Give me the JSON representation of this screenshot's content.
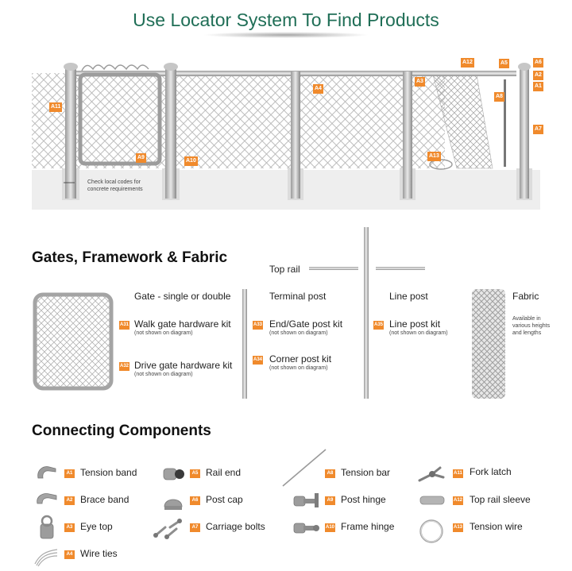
{
  "header": {
    "title": "Use Locator System To Find Products"
  },
  "diagram": {
    "note_line1": "Check local codes for",
    "note_line2": "concrete requirements",
    "labels": [
      "A11",
      "A12",
      "A5",
      "A6",
      "A2",
      "A1",
      "A3",
      "A4",
      "A8",
      "A7",
      "A9",
      "A10",
      "A13"
    ]
  },
  "gates_section": {
    "heading": "Gates, Framework & Fabric",
    "top_rail": "Top rail",
    "gate": "Gate - single or double",
    "terminal_post": "Terminal post",
    "line_post": "Line post",
    "fabric": "Fabric",
    "fabric_note_1": "Available in",
    "fabric_note_2": "various heights",
    "fabric_note_3": "and lengths",
    "kits": [
      {
        "code": "A31",
        "label": "Walk gate hardware kit",
        "note": "(not shown on diagram)"
      },
      {
        "code": "A32",
        "label": "Drive gate hardware kit",
        "note": "(not shown on diagram)"
      },
      {
        "code": "A33",
        "label": "End/Gate post kit",
        "note": "(not shown on diagram)"
      },
      {
        "code": "A34",
        "label": "Corner post kit",
        "note": "(not shown on diagram)"
      },
      {
        "code": "A35",
        "label": "Line post kit",
        "note": "(not shown on diagram)"
      }
    ]
  },
  "connecting_section": {
    "heading": "Connecting Components",
    "items": [
      {
        "code": "A1",
        "label": "Tension band"
      },
      {
        "code": "A2",
        "label": "Brace band"
      },
      {
        "code": "A3",
        "label": "Eye top"
      },
      {
        "code": "A4",
        "label": "Wire ties"
      },
      {
        "code": "A5",
        "label": "Rail end"
      },
      {
        "code": "A6",
        "label": "Post cap"
      },
      {
        "code": "A7",
        "label": "Carriage bolts"
      },
      {
        "code": "A8",
        "label": "Tension bar"
      },
      {
        "code": "A9",
        "label": "Post hinge"
      },
      {
        "code": "A10",
        "label": "Frame hinge"
      },
      {
        "code": "A11",
        "label": "Fork latch"
      },
      {
        "code": "A12",
        "label": "Top rail sleeve"
      },
      {
        "code": "A13",
        "label": "Tension wire"
      }
    ]
  },
  "colors": {
    "accent": "#f08a2c",
    "title": "#1f6e56"
  }
}
